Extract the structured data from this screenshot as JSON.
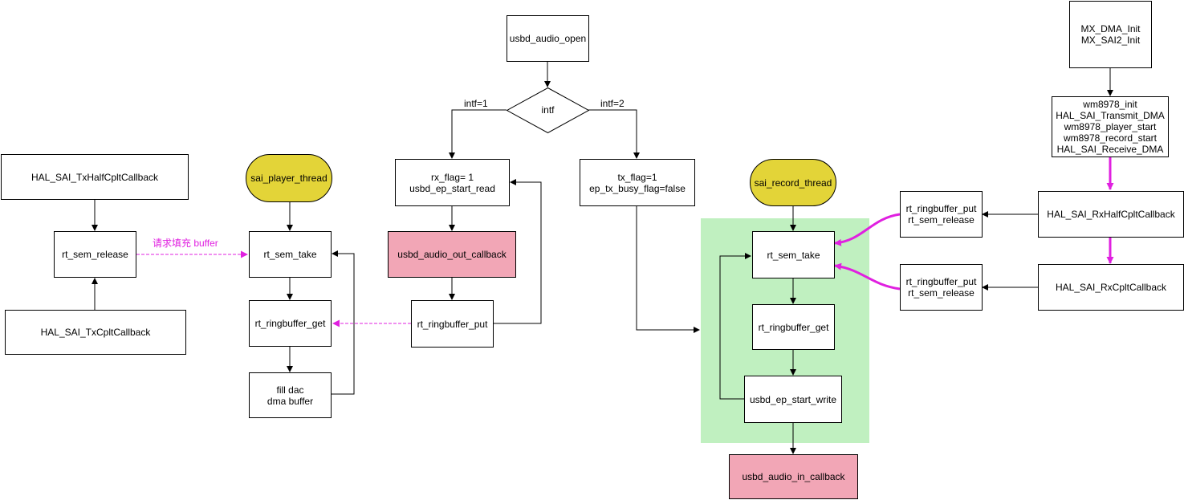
{
  "colors": {
    "line": "#000000",
    "magenta": "#e020e0",
    "callback_fill": "#f2a6b6",
    "thread_fill": "#e3d438",
    "record_zone": "#c0f0c0"
  },
  "tx": {
    "half_callback": "HAL_SAI_TxHalfCpltCallback",
    "sem_release": "rt_sem_release",
    "cplt_callback": "HAL_SAI_TxCpltCallback",
    "request_label": "请求填充 buffer"
  },
  "player": {
    "thread": "sai_player_thread",
    "sem_take": "rt_sem_take",
    "ringbuffer_get": "rt_ringbuffer_get",
    "fill_dac": "fill dac\ndma buffer"
  },
  "usbd": {
    "open": "usbd_audio_open",
    "decision": "intf",
    "branch_left": "intf=1",
    "branch_right": "intf=2",
    "rx_start": "rx_flag= 1\nusbd_ep_start_read",
    "out_callback": "usbd_audio_out_callback",
    "ringbuffer_put": "rt_ringbuffer_put",
    "tx_start": "tx_flag=1\nep_tx_busy_flag=false"
  },
  "record": {
    "thread": "sai_record_thread",
    "sem_take": "rt_sem_take",
    "ringbuffer_get": "rt_ringbuffer_get",
    "ep_start_write": "usbd_ep_start_write",
    "in_callback": "usbd_audio_in_callback"
  },
  "init": {
    "mx_init": "MX_DMA_Init\nMX_SAI2_Init",
    "codec_init": "wm8978_init\nHAL_SAI_Transmit_DMA\nwm8978_player_start\nwm8978_record_start\nHAL_SAI_Receive_DMA"
  },
  "rx": {
    "half_callback": "HAL_SAI_RxHalfCpltCallback",
    "cplt_callback": "HAL_SAI_RxCpltCallback",
    "put_release_1": "rt_ringbuffer_put\nrt_sem_release",
    "put_release_2": "rt_ringbuffer_put\nrt_sem_release"
  }
}
